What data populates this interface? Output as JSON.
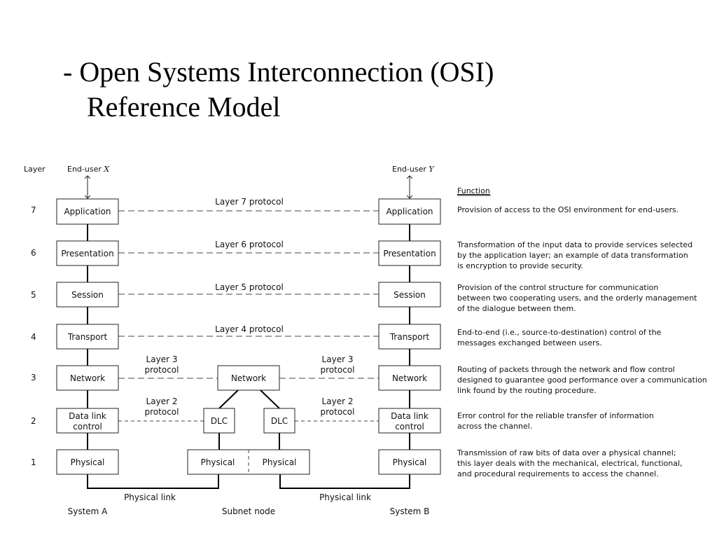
{
  "title": {
    "line1": "- Open Systems Interconnection (OSI)",
    "line2": "Reference Model"
  },
  "headers": {
    "layer": "Layer",
    "end_user_x": "End-user X",
    "end_user_y": "End-user Y",
    "function": "Function"
  },
  "layers": [
    {
      "num": "7",
      "name": "Application",
      "protocol": "Layer 7 protocol",
      "function": [
        "Provision of access to the OSI environment for end-users."
      ]
    },
    {
      "num": "6",
      "name": "Presentation",
      "protocol": "Layer 6 protocol",
      "function": [
        "Transformation of the input data to provide services selected",
        "by the application layer; an example of data transformation",
        "is encryption to provide security."
      ]
    },
    {
      "num": "5",
      "name": "Session",
      "protocol": "Layer 5 protocol",
      "function": [
        "Provision of the control structure for communication",
        "between two cooperating users, and the orderly management",
        "of the dialogue between them."
      ]
    },
    {
      "num": "4",
      "name": "Transport",
      "protocol": "Layer 4 protocol",
      "function": [
        "End-to-end (i.e., source-to-destination) control of the",
        "messages exchanged between users."
      ]
    },
    {
      "num": "3",
      "name": "Network",
      "protocol": [
        "Layer 3",
        "protocol"
      ],
      "function": [
        "Routing of packets through the network and flow control",
        "designed to guarantee good performance over a communication",
        "link found by the routing procedure."
      ]
    },
    {
      "num": "2",
      "name": [
        "Data link",
        "control"
      ],
      "protocol": [
        "Layer 2",
        "protocol"
      ],
      "function": [
        "Error control for the reliable transfer of information",
        "across the channel."
      ]
    },
    {
      "num": "1",
      "name": "Physical",
      "function": [
        "Transmission of raw bits of data over a physical channel;",
        "this layer deals with the mechanical, electrical, functional,",
        "and procedural requirements to access the channel."
      ]
    }
  ],
  "subnet": {
    "network": "Network",
    "dlc": "DLC",
    "physical": "Physical"
  },
  "links": {
    "physical_link": "Physical link"
  },
  "footer": {
    "system_a": "System A",
    "subnet_node": "Subnet node",
    "system_b": "System B"
  }
}
